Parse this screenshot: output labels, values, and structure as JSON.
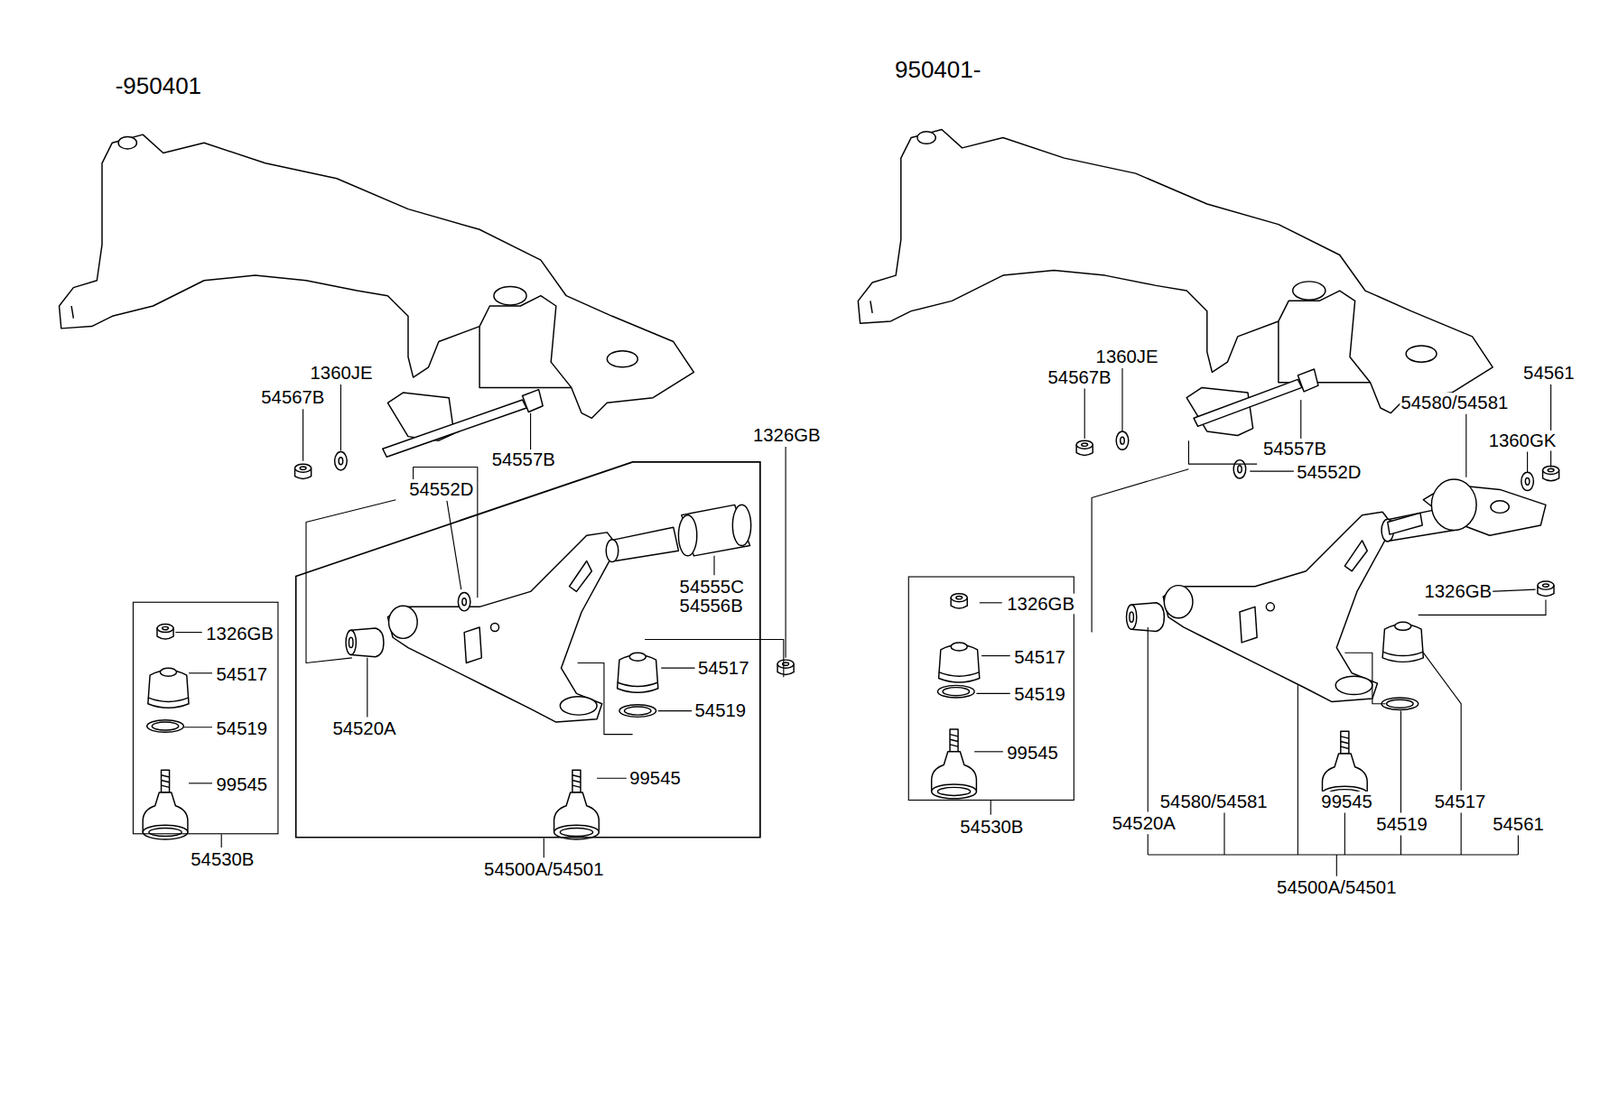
{
  "diagram": {
    "nodes": [
      {
        "text": [
          "54530B",
          "1326GB",
          "54517",
          "54519",
          "99545"
        ]
      },
      {
        "text": [
          "54500A/54501",
          "54555C",
          "54556B",
          "54517",
          "54519",
          "99545",
          "54520A"
        ]
      },
      {
        "text": [
          "54530B",
          "1326GB",
          "54517",
          "54519",
          "99545"
        ]
      }
    ],
    "labels": [
      "-950401",
      "54567B",
      "1360JE",
      "54557B",
      "54552D",
      "1326GB",
      "950401-",
      "1360JE",
      "54567B",
      "54557B",
      "54552D",
      "54580/54581",
      "54561",
      "1360GK",
      "1326GB",
      "54520A",
      "54580/54581",
      "99545",
      "54519",
      "54517",
      "54561",
      "54500A/54501"
    ]
  }
}
